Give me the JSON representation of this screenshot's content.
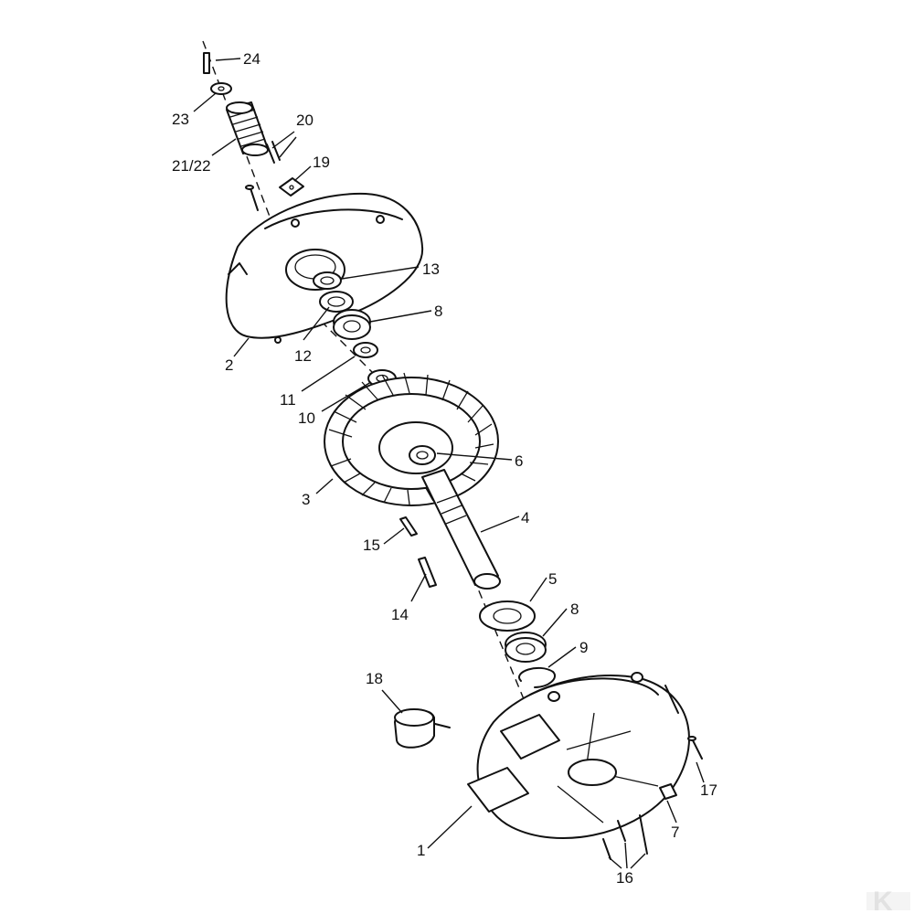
{
  "diagram": {
    "labels": {
      "p24": "24",
      "p23": "23",
      "p20": "20",
      "p2122": "21/22",
      "p19": "19",
      "p13": "13",
      "p8a": "8",
      "p12": "12",
      "p2": "2",
      "p11": "11",
      "p10": "10",
      "p6": "6",
      "p3": "3",
      "p4": "4",
      "p15": "15",
      "p14": "14",
      "p5": "5",
      "p8b": "8",
      "p9": "9",
      "p18": "18",
      "p17": "17",
      "p7": "7",
      "p1": "1",
      "p16": "16"
    },
    "watermark": "K"
  },
  "colors": {
    "line": "#111111",
    "background": "#ffffff",
    "watermark": "#e2e2e2"
  }
}
